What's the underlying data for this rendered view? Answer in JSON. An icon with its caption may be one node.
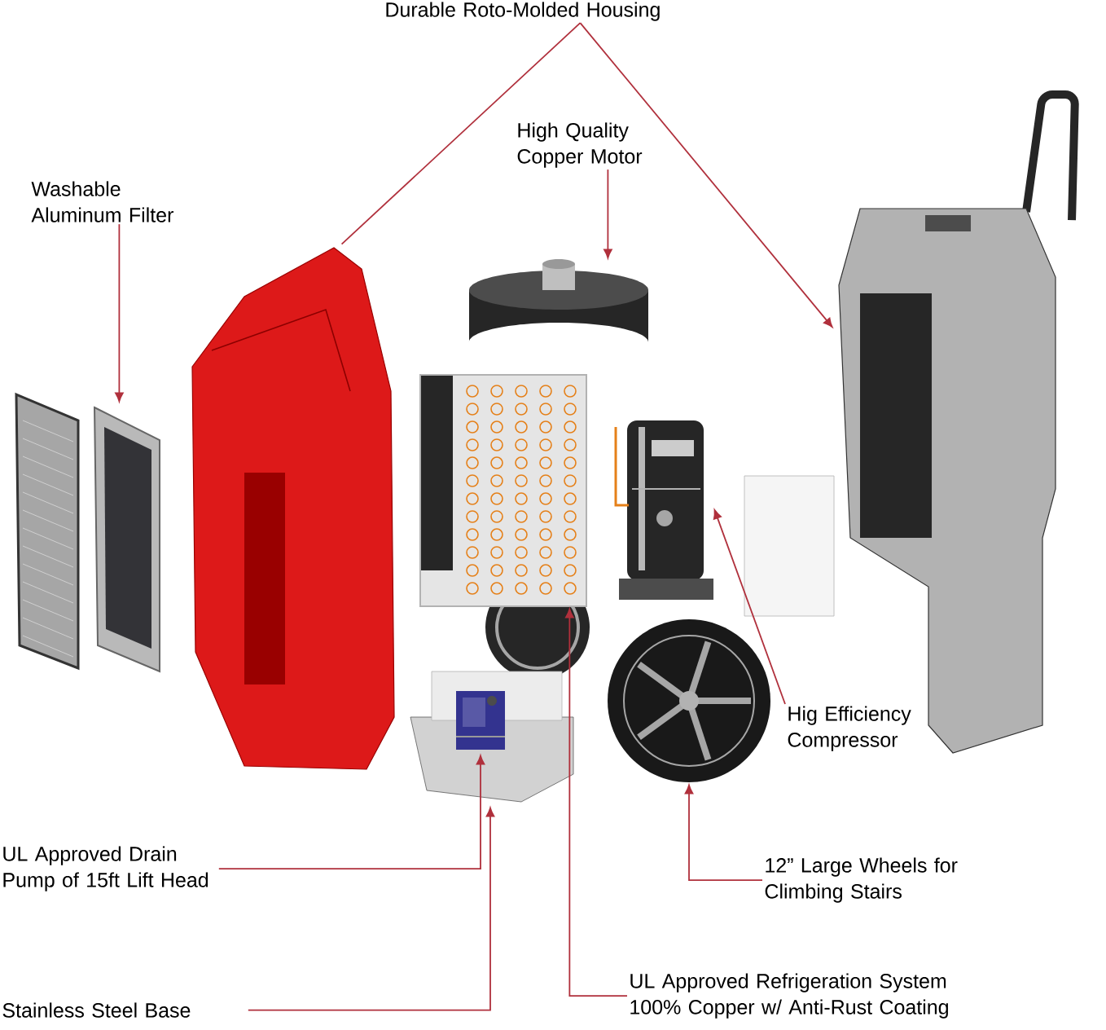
{
  "diagram": {
    "nodes": [
      {
        "text": [
          "Durable Roto-Molded Housing"
        ]
      },
      {
        "text": [
          "Washable Aluminum Filter"
        ]
      },
      {
        "text": [
          "High Quality Copper Motor"
        ]
      },
      {
        "text": [
          "Hig Efficiency Compressor"
        ]
      },
      {
        "text": [
          "UL Approved Drain Pump of 15ft Lift Head"
        ]
      },
      {
        "text": [
          "12” Large Wheels for Climbing Stairs"
        ]
      },
      {
        "text": [
          "Stainless Steel Base"
        ]
      },
      {
        "text": [
          "UL Approved Refrigeration System 100% Copper w/ Anti-Rust Coating"
        ]
      },
      {
        "text": [],
        "shape": "picture"
      },
      {
        "text": [],
        "shape": "picture"
      },
      {
        "text": [],
        "shape": "picture"
      },
      {
        "text": [],
        "shape": "picture"
      },
      {
        "text": [],
        "shape": "picture"
      },
      {
        "text": [],
        "shape": "picture"
      },
      {
        "text": [],
        "shape": "picture"
      },
      {
        "text": [],
        "shape": "picture"
      },
      {
        "text": [],
        "shape": "picture"
      }
    ],
    "edges": [
      {
        "from": 0,
        "to": 9,
        "arrow": "none"
      },
      {
        "from": 0,
        "to": 13,
        "arrow": "to"
      },
      {
        "from": 1,
        "to": 8,
        "arrow": "to"
      },
      {
        "from": 2,
        "to": 10,
        "arrow": "to"
      },
      {
        "from": 3,
        "to": 12,
        "arrow": "to"
      },
      {
        "from": 4,
        "to": 15,
        "arrow": "to"
      },
      {
        "from": 5,
        "to": 16,
        "arrow": "to"
      },
      {
        "from": 6,
        "to": 14,
        "arrow": "to"
      },
      {
        "from": 7,
        "to": 11,
        "arrow": "to"
      }
    ]
  }
}
